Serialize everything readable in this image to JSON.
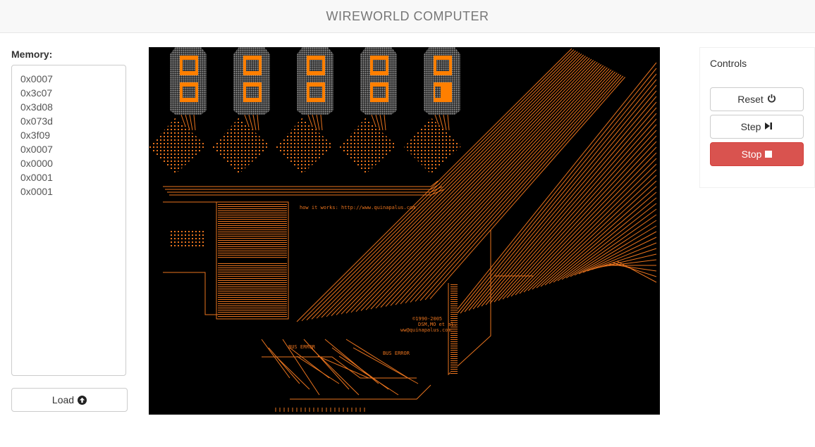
{
  "header": {
    "title": "WIREWORLD COMPUTER"
  },
  "memory": {
    "label": "Memory:",
    "lines": [
      "0x0007",
      "0x3c07",
      "0x3d08",
      "0x073d",
      "0x3f09",
      "0x0007",
      "0x0000",
      "0x0001",
      "0x0001"
    ],
    "load_label": "Load",
    "load_icon": "arrow-up-circle-icon"
  },
  "canvas": {
    "background": "#000000",
    "wire_color": "#e8731e",
    "display_color": "#ff7f00",
    "cell_grid_color": "#9a9a9a",
    "annotations": {
      "how_it_works": "how it works: http://www.quinapalus.com",
      "copyright": "©1990-2005",
      "authors": "DSM,MO et al.",
      "site": "ww@quinapalus.com",
      "bus_error": "BUS ERROR"
    }
  },
  "controls": {
    "title": "Controls",
    "reset_label": "Reset",
    "reset_icon": "power-icon",
    "step_label": "Step",
    "step_icon": "step-forward-icon",
    "stop_label": "Stop",
    "stop_icon": "stop-square-icon",
    "stop_color": "#d9534f"
  }
}
